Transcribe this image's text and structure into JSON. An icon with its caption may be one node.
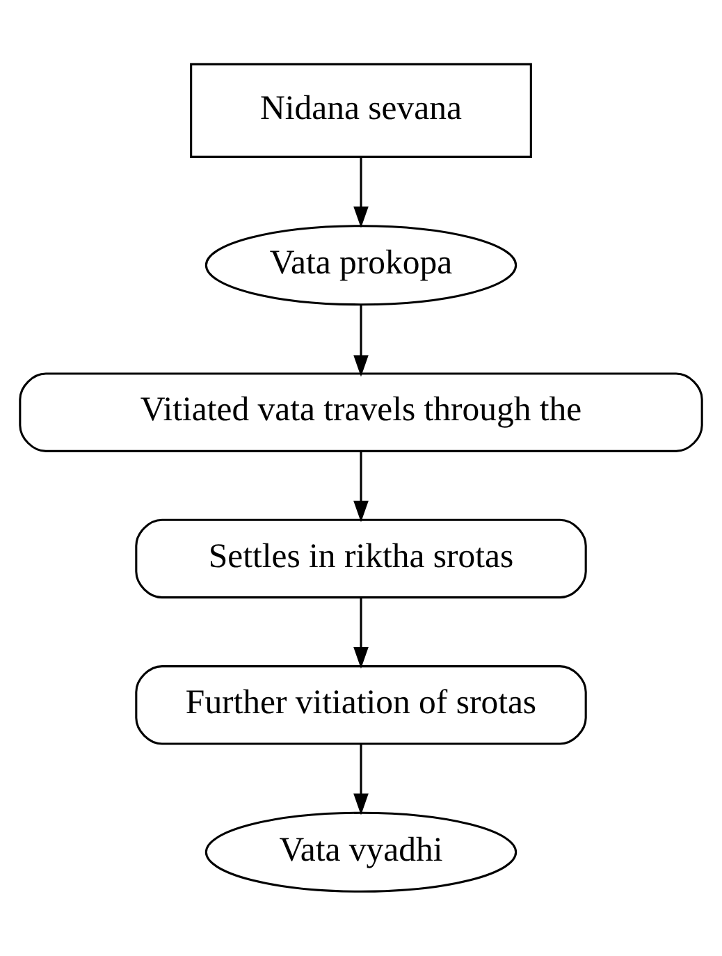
{
  "diagram": {
    "nodes": [
      {
        "text": [
          "Nidana sevana"
        ]
      },
      {
        "text": [
          "Vata prokopa"
        ]
      },
      {
        "text": [
          "Vitiated vata travels through the"
        ]
      },
      {
        "text": [
          "Settles in riktha srotas"
        ]
      },
      {
        "text": [
          "Further vitiation of srotas"
        ]
      },
      {
        "text": [
          "Vata vyadhi"
        ]
      }
    ],
    "edges": [
      {
        "from": 0,
        "to": 1,
        "arrow": "to"
      },
      {
        "from": 1,
        "to": 2,
        "arrow": "to"
      },
      {
        "from": 2,
        "to": 3,
        "arrow": "to"
      },
      {
        "from": 3,
        "to": 4,
        "arrow": "to"
      },
      {
        "from": 4,
        "to": 5,
        "arrow": "to"
      }
    ]
  }
}
